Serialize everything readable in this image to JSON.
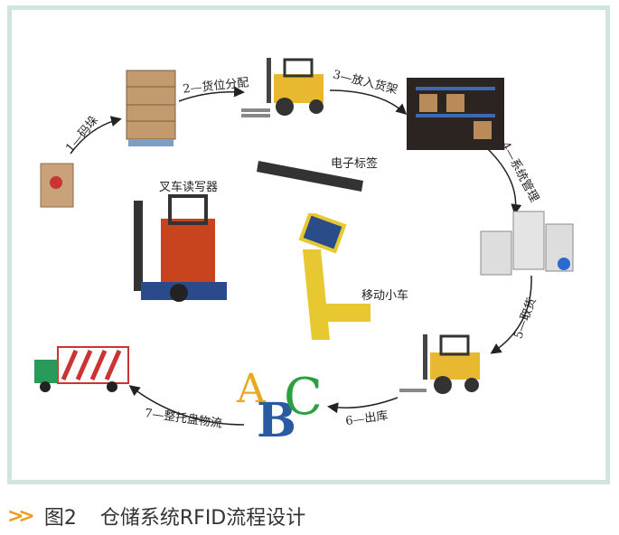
{
  "steps": {
    "s1": "1—码垛",
    "s2": "2—货位分配",
    "s3": "3—放入货架",
    "s4": "4—系统管理",
    "s5": "5—取货",
    "s6": "6—出库",
    "s7": "7—整托盘物流"
  },
  "labels": {
    "tag": "电子标签",
    "forklift_reader": "叉车读写器",
    "cart": "移动小车"
  },
  "abc": {
    "a": "A",
    "b": "B",
    "c": "C"
  },
  "caption": {
    "chevrons": ">>",
    "figure": "图2",
    "title": "仓储系统RFID流程设计"
  },
  "colors": {
    "frame": "#cfe6de",
    "accent": "#f29a1e"
  }
}
